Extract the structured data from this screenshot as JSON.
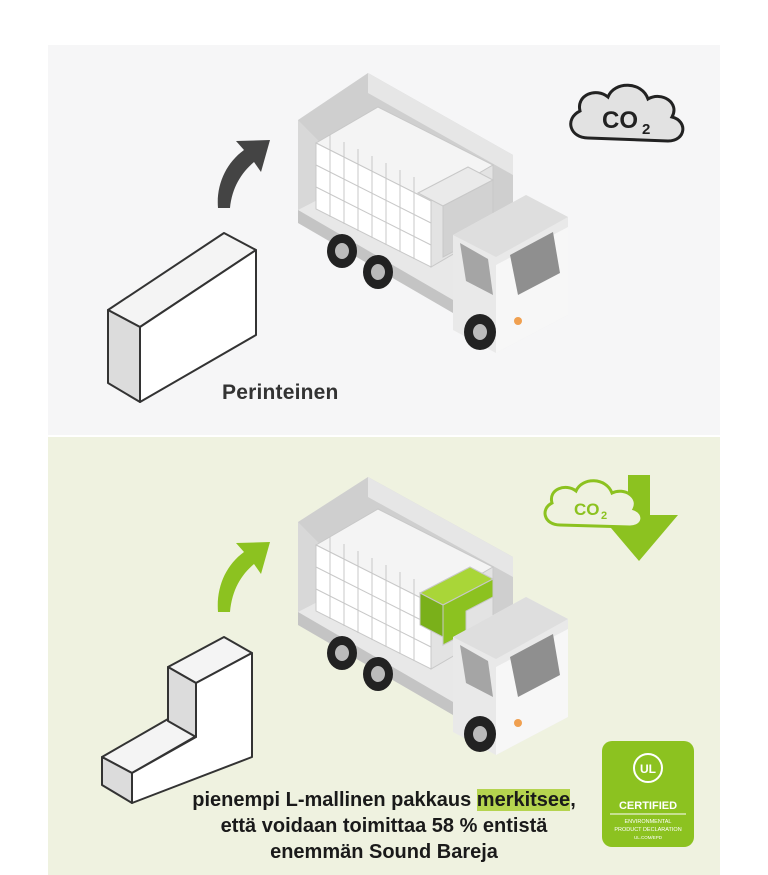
{
  "top": {
    "caption": "Perinteinen",
    "co2_badge": "CO",
    "co2_sub": "2"
  },
  "bottom": {
    "caption_line1_a": "pienempi L-mallinen pakkaus ",
    "caption_line1_hl": "merkitsee",
    "caption_line1_b": ",",
    "caption_line2": "että voidaan toimittaa 58 % entistä",
    "caption_line3": "enemmän Sound Bareja",
    "co2_badge": "CO",
    "co2_sub": "2",
    "cert_mark": "UL",
    "cert_title": "CERTIFIED",
    "cert_line1": "ENVIRONMENTAL",
    "cert_line2": "PRODUCT DECLARATION",
    "cert_line3": "UL.COM/EPD"
  },
  "colors": {
    "accent_green": "#8cc220",
    "dark_gray": "#444444",
    "panel_top_bg": "#f6f6f7",
    "panel_bottom_bg": "#eff2e0"
  }
}
